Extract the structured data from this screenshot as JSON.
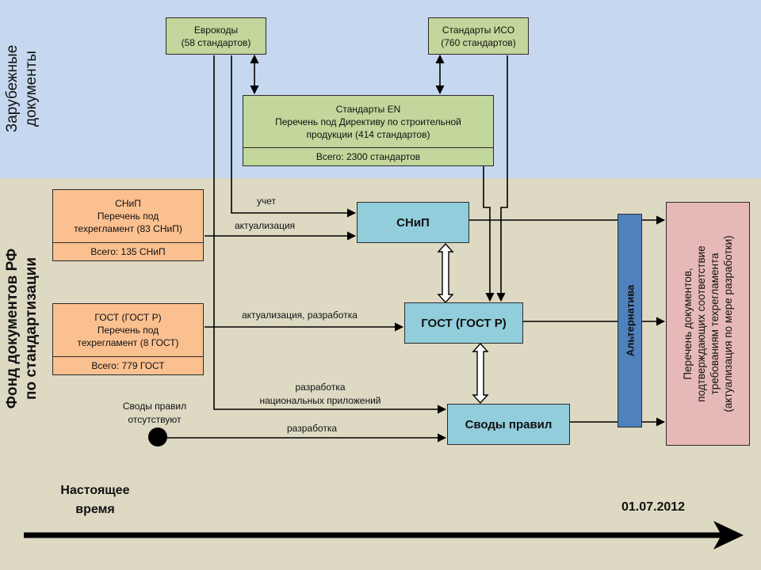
{
  "sections": {
    "foreign": [
      "Зарубежные",
      "документы"
    ],
    "russian": [
      "Фонд документов РФ",
      "по стандартизации"
    ]
  },
  "nodes": {
    "eurocodes": [
      "Еврокоды",
      "(58 стандартов)"
    ],
    "iso": [
      "Стандарты ИСО",
      "(760 стандартов)"
    ],
    "en": [
      "Стандарты EN",
      "Перечень под Директиву по строительной",
      "продукции (414 стандартов)"
    ],
    "en_total": "Всего: 2300 стандартов",
    "snip_list": [
      "СНиП",
      "Перечень под",
      "техрегламент (83 СНиП)"
    ],
    "snip_total": "Всего: 135 СНиП",
    "gost_list": [
      "ГОСТ (ГОСТ Р)",
      "Перечень под",
      "техрегламент (8 ГОСТ)"
    ],
    "gost_total": "Всего: 779 ГОСТ",
    "snip": "СНиП",
    "gost": "ГОСТ (ГОСТ Р)",
    "svody": "Своды правил",
    "alternative": "Альтернатива",
    "result": [
      "Перечень документов,",
      "подтверждающих соответствие",
      "требованиям техрегламента",
      "(актуализация по мере разработки)"
    ]
  },
  "edge_labels": {
    "uchet": "учет",
    "aktual": "актуализация",
    "aktual_razr": "актуализация, разработка",
    "razr_nat": [
      "разработка",
      "национальных приложений"
    ],
    "razr": "разработка",
    "svody_absent": [
      "Своды правил",
      "отсутствуют"
    ]
  },
  "timeline": {
    "now": [
      "Настоящее",
      "время"
    ],
    "date": "01.07.2012"
  },
  "colors": {
    "band_top": "#c6d8ef",
    "band_bottom": "#ddd9c3",
    "green": "#c3d69b",
    "orange": "#fac090",
    "blue": "#92cddc",
    "alt": "#4f81bd",
    "result": "#e6b9b8"
  }
}
